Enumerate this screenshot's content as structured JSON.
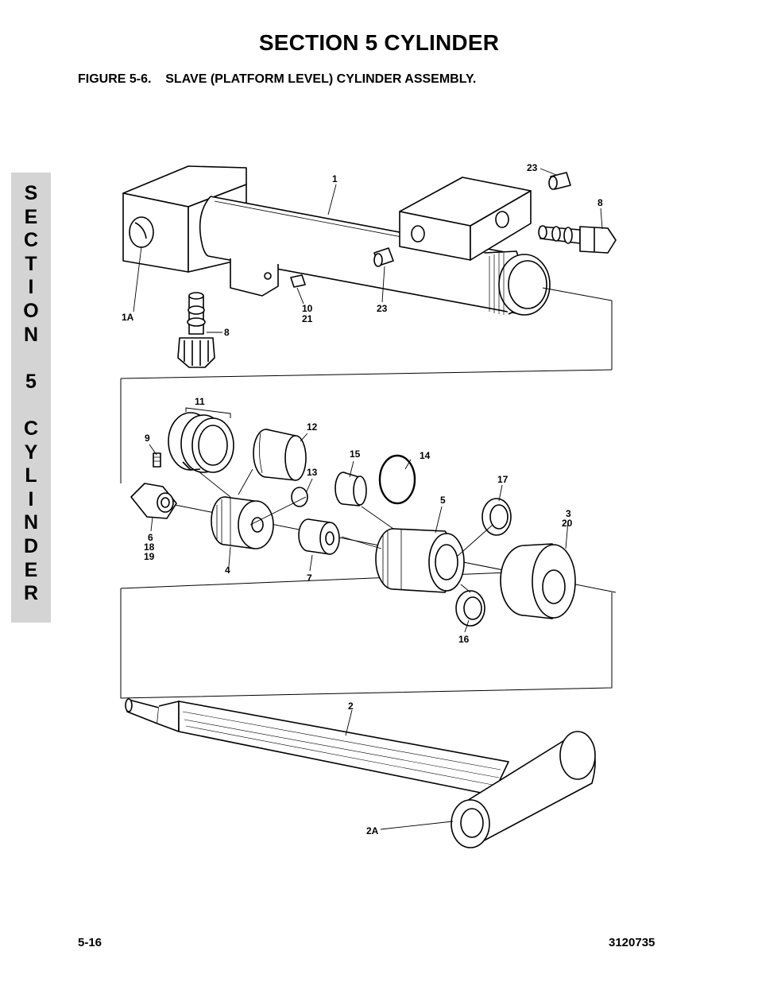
{
  "header": {
    "section_title": "SECTION 5  CYLINDER",
    "figure_caption": "FIGURE 5-6.    SLAVE (PLATFORM LEVEL) CYLINDER ASSEMBLY."
  },
  "side_tab": {
    "letters": [
      "S",
      "E",
      "C",
      "T",
      "I",
      "O",
      "N",
      "",
      "5",
      "",
      "C",
      "Y",
      "L",
      "I",
      "N",
      "D",
      "E",
      "R"
    ]
  },
  "callouts": {
    "c1": "1",
    "c1A": "1A",
    "c23a": "23",
    "c8a": "8",
    "c8b": "8",
    "c23b": "23",
    "c10": "10",
    "c21": "21",
    "c11": "11",
    "c12": "12",
    "c9": "9",
    "c13": "13",
    "c15": "15",
    "c14": "14",
    "c17": "17",
    "c5": "5",
    "c3": "3",
    "c20": "20",
    "c6": "6",
    "c18": "18",
    "c19": "19",
    "c4": "4",
    "c7": "7",
    "c16": "16",
    "c2": "2",
    "c2A": "2A"
  },
  "footer": {
    "page_number": "5-16",
    "doc_number": "3120735"
  }
}
